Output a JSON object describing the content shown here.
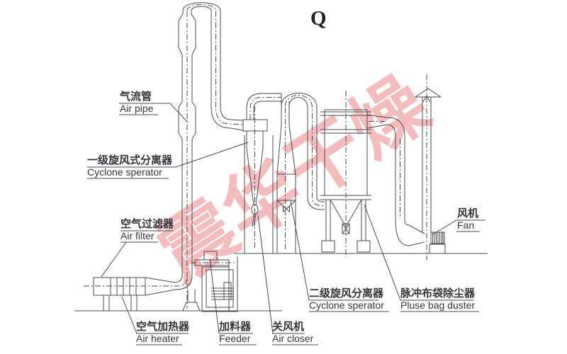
{
  "title": "Q",
  "watermark": {
    "text": "震华干燥"
  },
  "colors": {
    "line": "#4a4b52",
    "text": "#35363c",
    "watermark": "#e77070",
    "background": "#ffffff"
  },
  "labels": {
    "air_pipe": {
      "cn": "气流管",
      "en": "Air pipe"
    },
    "cyclone_1": {
      "cn": "一级旋风式分离器",
      "en": "Cyclone sperator"
    },
    "air_filter": {
      "cn": "空气过滤器",
      "en": "Air filter"
    },
    "air_heater": {
      "cn": "空气加热器",
      "en": "Air heater"
    },
    "feeder": {
      "cn": "加料器",
      "en": "Feeder"
    },
    "air_closer": {
      "cn": "关风机",
      "en": "Air closer"
    },
    "cyclone_2": {
      "cn": "二级旋风分离器",
      "en": "Cyclone sperator"
    },
    "bag_duster": {
      "cn": "脉冲布袋除尘器",
      "en": "Pluse bag duster"
    },
    "fan": {
      "cn": "风机",
      "en": "Fan"
    }
  }
}
